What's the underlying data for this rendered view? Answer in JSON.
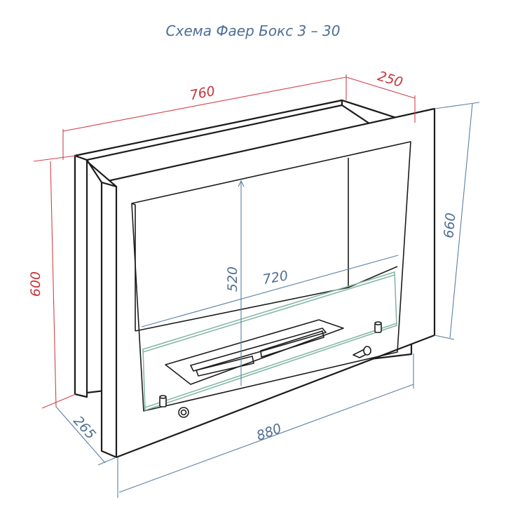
{
  "title": "Схема Фаер Бокс 3 – 30",
  "dimensions": {
    "top_width": "760",
    "top_depth": "250",
    "left_height": "600",
    "right_height": "660",
    "inner_height": "520",
    "inner_width": "720",
    "bottom_depth": "265",
    "bottom_width": "880"
  },
  "colors": {
    "outer_dimension": "#d0424a",
    "frame_dimension": "#5b7fa3",
    "glass": "#86b8a4",
    "title": "#4a6f96"
  }
}
